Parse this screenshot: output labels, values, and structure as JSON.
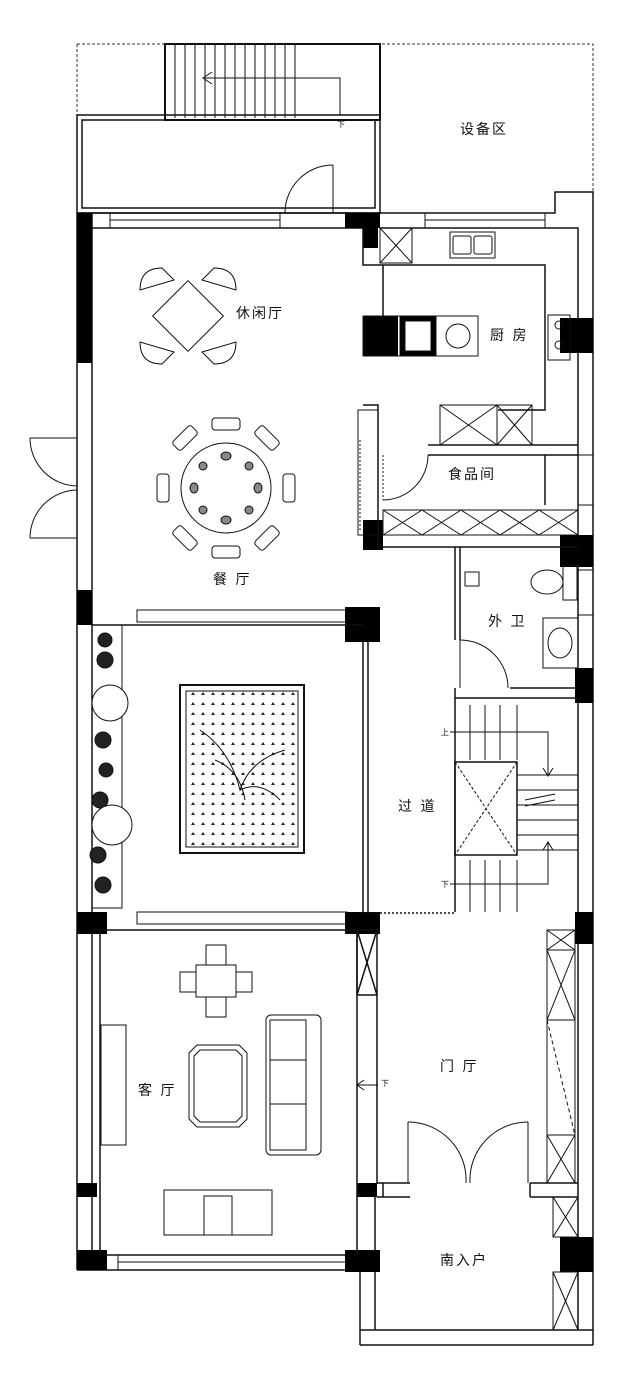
{
  "rooms": {
    "equipment": "设备区",
    "leisure": "休闲厅",
    "kitchen": "厨 房",
    "pantry": "食品间",
    "dining": "餐 厅",
    "bathroom": "外 卫",
    "corridor": "过 道",
    "foyer": "门 厅",
    "living": "客 厅",
    "south_entry": "南入户"
  },
  "stair_marks": {
    "down_top": "下",
    "up_right": "上",
    "down_right": "下",
    "down_foyer": "下"
  }
}
